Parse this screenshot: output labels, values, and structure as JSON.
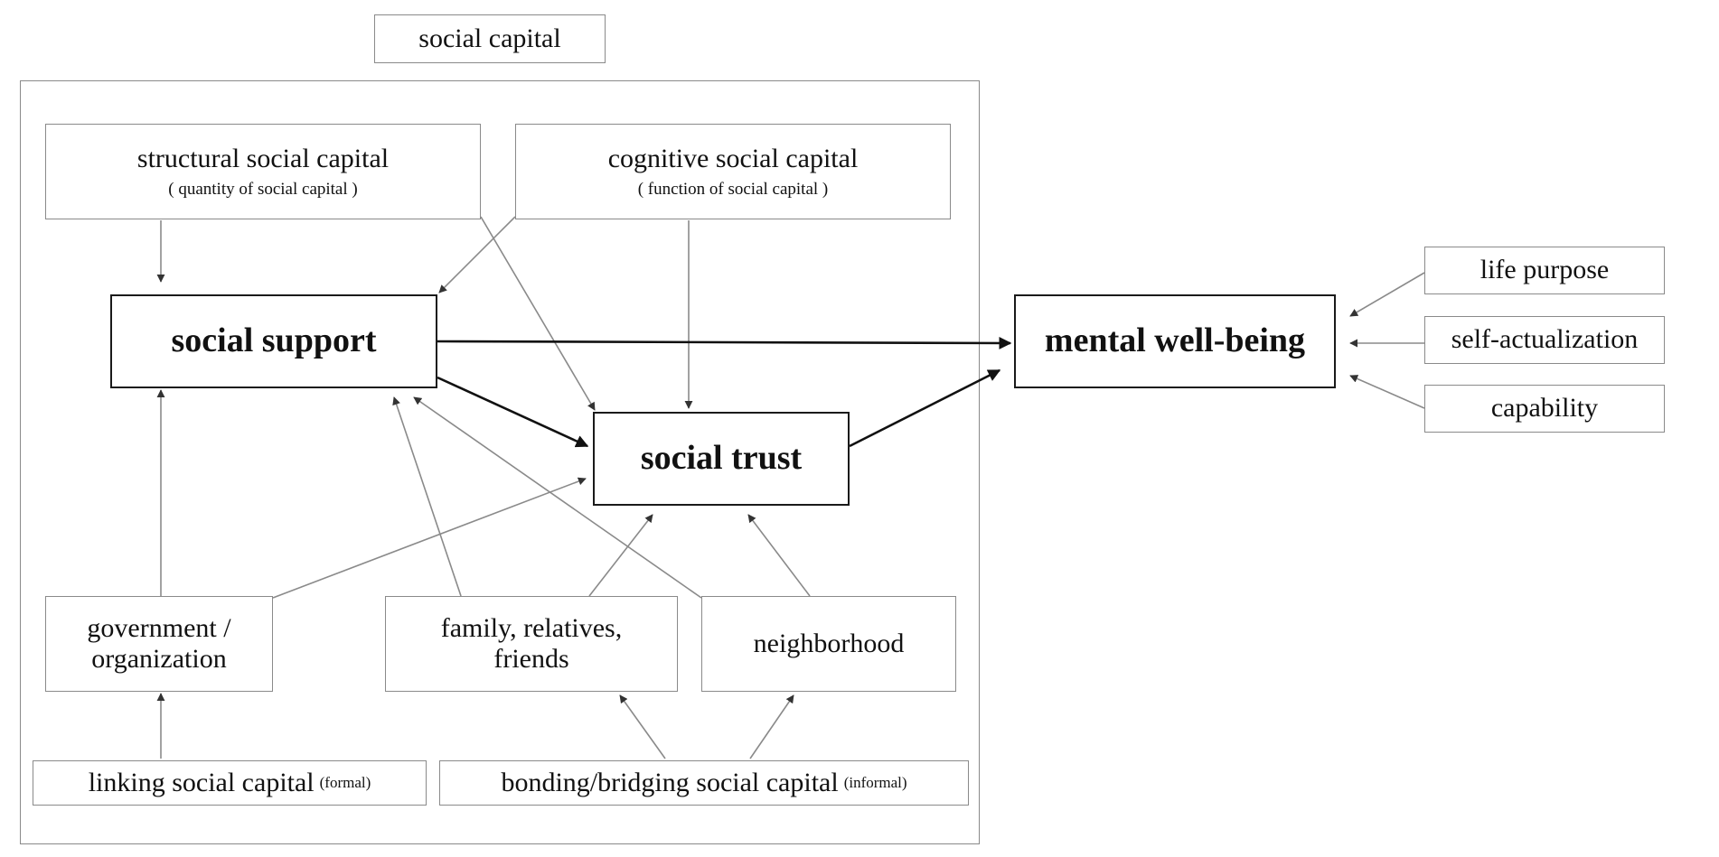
{
  "title": "social capital",
  "structural": {
    "title": "structural social capital",
    "subtitle": "( quantity of social capital )"
  },
  "cognitive": {
    "title": "cognitive social capital",
    "subtitle": "( function of social capital )"
  },
  "social_support": "social support",
  "social_trust": "social trust",
  "mental_well_being": "mental well-being",
  "outcomes": [
    "life purpose",
    "self-actualization",
    "capability"
  ],
  "government": {
    "line1": "government /",
    "line2": "organization"
  },
  "family": {
    "line1": "family, relatives,",
    "line2": "friends"
  },
  "neighborhood": "neighborhood",
  "linking": {
    "main": "linking social capital",
    "note": "(formal)"
  },
  "bonding": {
    "main": "bonding/bridging social capital",
    "note": "(informal)"
  }
}
